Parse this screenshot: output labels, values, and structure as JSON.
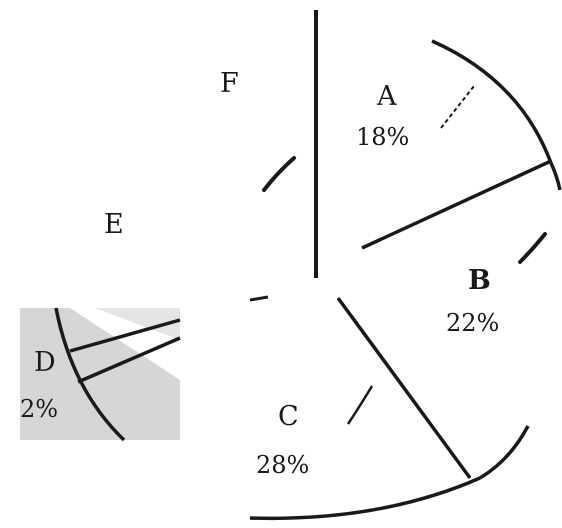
{
  "chart_data": {
    "type": "pie",
    "title": "",
    "fragments": [
      {
        "key": "A",
        "label": "A",
        "value_text": "18%",
        "value": 18
      },
      {
        "key": "B",
        "label": "B",
        "value_text": "22%",
        "value": 22
      },
      {
        "key": "C",
        "label": "C",
        "value_text": "28%",
        "value": 28
      },
      {
        "key": "D",
        "label": "D",
        "value_text": "2%",
        "value": 2
      },
      {
        "key": "E",
        "label": "E",
        "value_text": "",
        "value": null
      },
      {
        "key": "F",
        "label": "F",
        "value_text": "",
        "value": null
      }
    ]
  },
  "colors": {
    "ink": "#1a1a1a",
    "shade": "#d6d6d6",
    "background": "#ffffff"
  }
}
